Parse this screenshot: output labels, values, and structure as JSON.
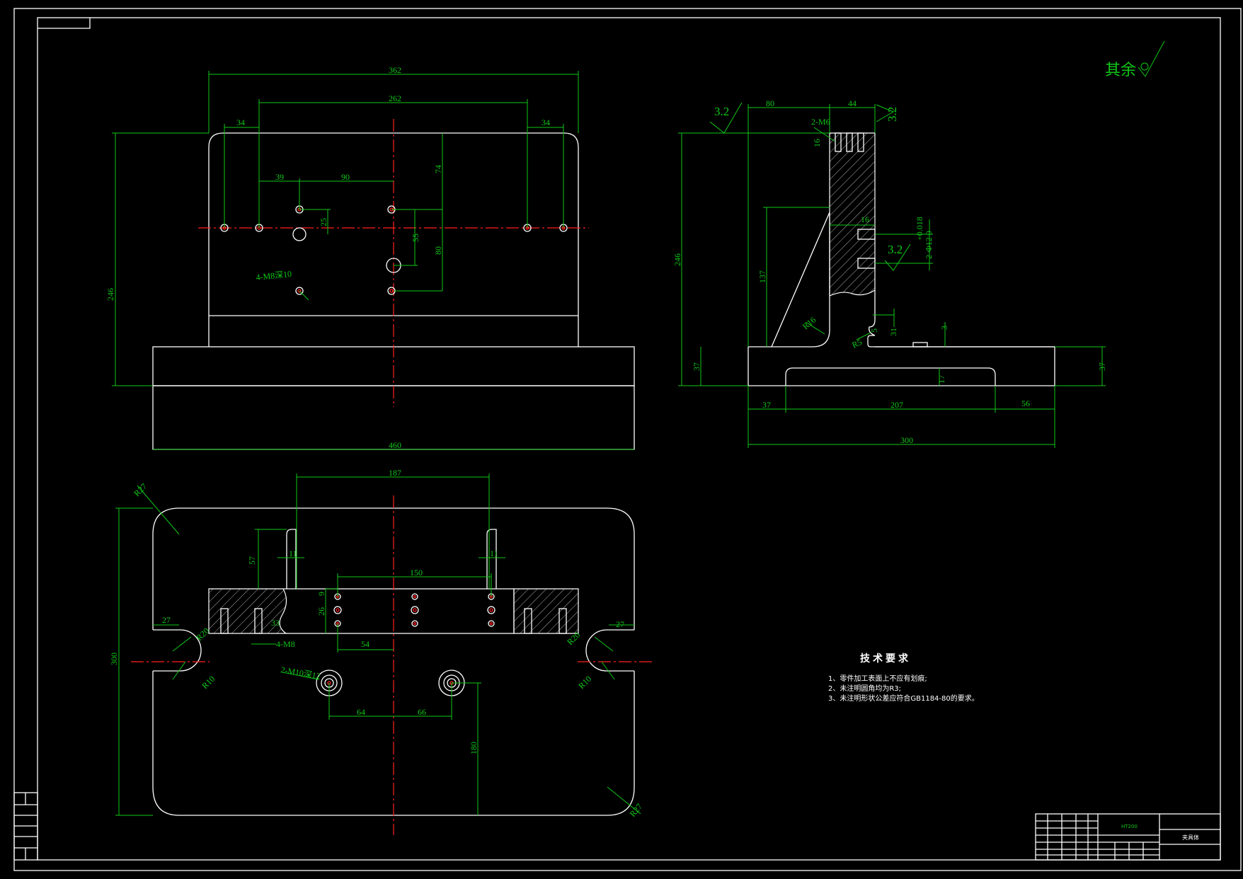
{
  "rough_note": "其余",
  "roughness": "3.2",
  "front_view": {
    "dims": {
      "overall_top": "362",
      "inner_top": "262",
      "left_offset": "34",
      "right_offset": "34",
      "hole_39": "39",
      "hole_90": "90",
      "hole_74": "74",
      "hole_25": "25",
      "hole_55": "55",
      "hole_80": "80",
      "height_246": "246",
      "base_width": "460"
    },
    "callout_holes": "4-M8深10"
  },
  "side_view": {
    "dims": {
      "top_80": "80",
      "top_44": "44",
      "thread": "2-M6",
      "d16_top": "16",
      "height_246": "246",
      "d137": "137",
      "d16_mid": "16",
      "tol": "+0.018",
      "pin": "2-Φ12 0",
      "r16": "R16",
      "d5": "5",
      "d31": "31",
      "r5": "R5",
      "d3": "3",
      "left_37": "37",
      "right_37": "37",
      "d17": "17",
      "bot_37": "37",
      "bot_207": "207",
      "bot_56": "56",
      "overall_300": "300"
    }
  },
  "top_view": {
    "dims": {
      "w187": "187",
      "r27_tl": "R27",
      "d57": "57",
      "d11_l": "11",
      "d11_r": "11",
      "w150": "150",
      "d9": "9",
      "d26": "26",
      "d33": "33",
      "m8": "4-M8",
      "d54": "54",
      "d27_l": "27",
      "d27_r": "27",
      "r20_l": "R20",
      "r20_r": "R20",
      "r10_l": "R10",
      "r10_r": "R10",
      "h300": "300",
      "m10": "2-M10深12",
      "d64": "64",
      "d66": "66",
      "d180": "180",
      "r27_br": "R27"
    }
  },
  "tech_requirements": {
    "title": "技术要求",
    "items": [
      "1、零件加工表面上不应有划痕;",
      "2、未注明圆角均为R3;",
      "3、未注明形状公差应符合GB1184-80的要求。"
    ]
  },
  "title_block": {
    "material": "HT200",
    "part_name": "夹具体"
  }
}
